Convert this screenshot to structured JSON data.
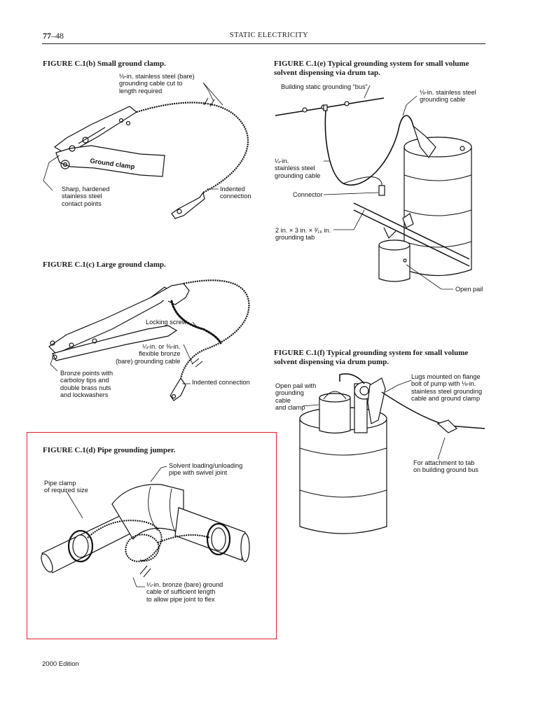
{
  "header": {
    "page_number_bold": "77",
    "page_number_rest": "–48",
    "running_title": "STATIC ELECTRICITY"
  },
  "figures": {
    "c1b": {
      "caption": "FIGURE C.1(b)    Small ground clamp.",
      "labels": {
        "cable": "⅛-in. stainless steel (bare)\ngrounding cable cut to\nlength required",
        "clamp_name": "Ground clamp",
        "contact_points": "Sharp, hardened\nstainless steel\ncontact points",
        "indented": "Indented\nconnection"
      }
    },
    "c1c": {
      "caption": "FIGURE C.1(c)    Large ground clamp.",
      "labels": {
        "locking_screw": "Locking screw",
        "cable": "¼-in. or ⅜-in.\nflexible bronze\n(bare) grounding cable",
        "bronze_points": "Bronze points with\ncarboloy tips and\ndouble brass nuts\nand lockwashers",
        "indented": "Indented connection"
      }
    },
    "c1d": {
      "caption": "FIGURE C.1(d)    Pipe grounding jumper.",
      "labels": {
        "solvent_pipe": "Solvent loading/unloading\npipe with swivel joint",
        "pipe_clamp": "Pipe clamp\nof required size",
        "bronze_cable": "¼-in. bronze (bare) ground\ncable of sufficient length\nto allow pipe joint to flex"
      }
    },
    "c1e": {
      "caption": "FIGURE C.1(e)    Typical grounding system for small volume solvent dispensing via drum tap.",
      "labels": {
        "bus": "Building static grounding “bus”",
        "stainless_cable_top": "⅛-in. stainless steel\ngrounding cable",
        "stainless_cable_left": "¼-in.\nstainless steel\ngrounding cable",
        "connector": "Connector",
        "tab": "2 in. × 3 in. × ³⁄₁₆ in.\ngrounding tab",
        "open_pail": "Open pail"
      }
    },
    "c1f": {
      "caption": "FIGURE C.1(f)    Typical grounding system for small volume solvent dispensing via drum pump.",
      "labels": {
        "open_pail": "Open pail with\ngrounding\ncable\nand clamp",
        "lugs": "Lugs mounted on flange\nbolt of pump with ⅛-in.\nstainless steel grounding\ncable and ground clamp",
        "attachment": "For attachment to tab\non building ground bus"
      }
    }
  },
  "footer": {
    "edition": "2000 Edition"
  }
}
